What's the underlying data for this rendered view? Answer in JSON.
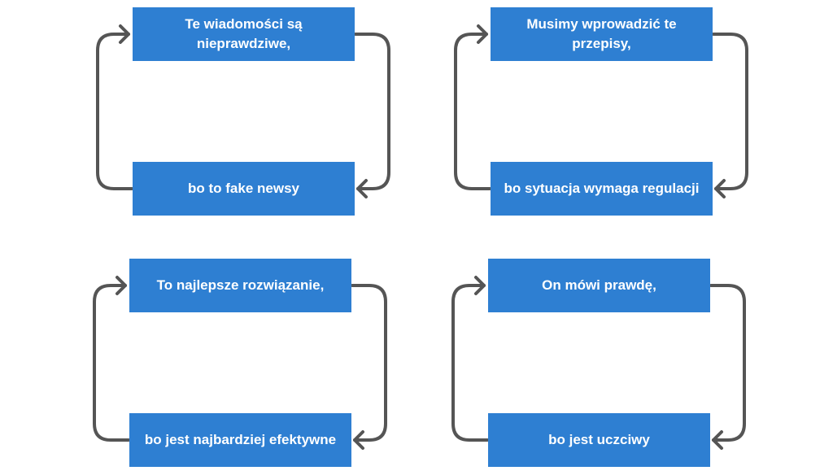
{
  "loops": [
    {
      "statement": "Te wiadomości są nieprawdziwe,",
      "reason": "bo to fake newsy"
    },
    {
      "statement": "Musimy wprowadzić te przepisy,",
      "reason": "bo sytuacja wymaga regulacji"
    },
    {
      "statement": "To najlepsze rozwiązanie,",
      "reason": "bo jest najbardziej efektywne"
    },
    {
      "statement": "On mówi prawdę,",
      "reason": "bo jest uczciwy"
    }
  ],
  "colors": {
    "box_fill": "#2e7fd2",
    "box_text": "#ffffff",
    "arrow": "#555555",
    "background": "#ffffff"
  }
}
